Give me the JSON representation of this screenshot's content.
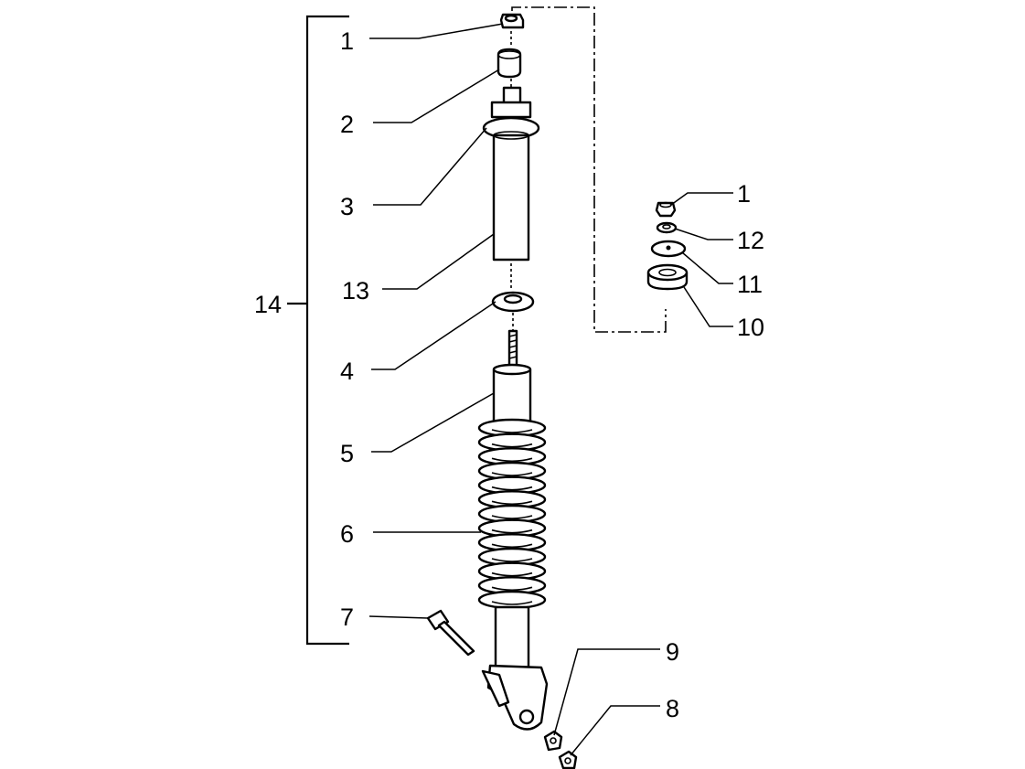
{
  "diagram": {
    "bracket_label": "14",
    "callouts": [
      {
        "id": "c1a",
        "text": "1"
      },
      {
        "id": "c2",
        "text": "2"
      },
      {
        "id": "c3",
        "text": "3"
      },
      {
        "id": "c13",
        "text": "13"
      },
      {
        "id": "c4",
        "text": "4"
      },
      {
        "id": "c5",
        "text": "5"
      },
      {
        "id": "c6",
        "text": "6"
      },
      {
        "id": "c7",
        "text": "7"
      },
      {
        "id": "c9",
        "text": "9"
      },
      {
        "id": "c8",
        "text": "8"
      },
      {
        "id": "c1b",
        "text": "1"
      },
      {
        "id": "c12",
        "text": "12"
      },
      {
        "id": "c11",
        "text": "11"
      },
      {
        "id": "c10",
        "text": "10"
      }
    ]
  }
}
